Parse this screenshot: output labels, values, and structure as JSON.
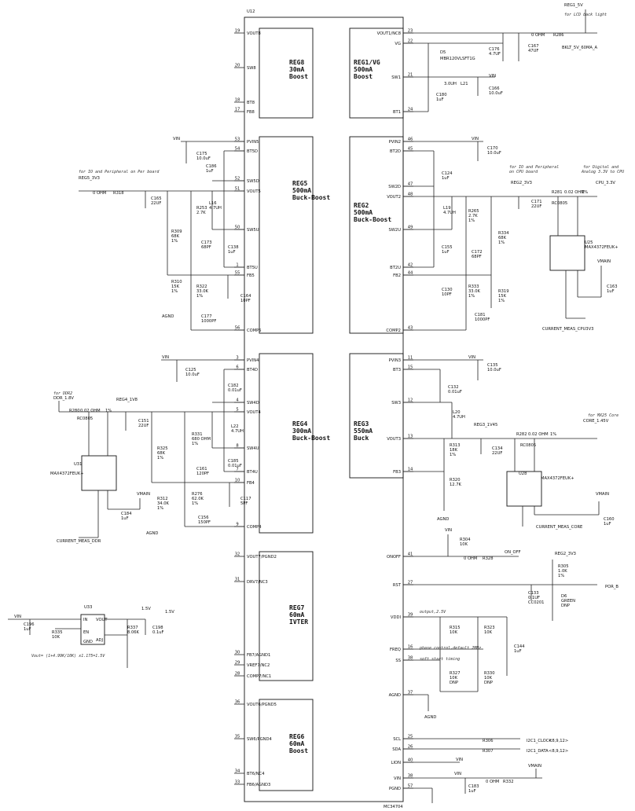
{
  "chip": {
    "ref": "U12",
    "part": "MC34704"
  },
  "regulators": [
    {
      "id": "reg8",
      "lines": [
        "REG8",
        "30mA",
        "Boost"
      ]
    },
    {
      "id": "reg1",
      "lines": [
        "REG1/VG",
        "500mA",
        "Boost"
      ]
    },
    {
      "id": "reg5",
      "lines": [
        "REG5",
        "500mA",
        "Buck-Boost"
      ]
    },
    {
      "id": "reg2",
      "lines": [
        "REG2",
        "500mA",
        "Buck-Boost"
      ]
    },
    {
      "id": "reg4",
      "lines": [
        "REG4",
        "300mA",
        "Buck-Boost"
      ]
    },
    {
      "id": "reg3",
      "lines": [
        "REG3",
        "550mA",
        "Buck"
      ]
    },
    {
      "id": "reg7",
      "lines": [
        "REG7",
        "60mA",
        "IVTER"
      ]
    },
    {
      "id": "reg6",
      "lines": [
        "REG6",
        "60mA",
        "Boost"
      ]
    }
  ],
  "left_pins": [
    {
      "num": "19",
      "name": "VOUT8"
    },
    {
      "num": "20",
      "name": "SW8"
    },
    {
      "num": "18",
      "name": "BT8"
    },
    {
      "num": "17",
      "name": "FB8"
    },
    {
      "num": "53",
      "name": "PVIN5"
    },
    {
      "num": "54",
      "name": "BT5D"
    },
    {
      "num": "52",
      "name": "SW5D"
    },
    {
      "num": "51",
      "name": "VOUT5"
    },
    {
      "num": "50",
      "name": "SW5U"
    },
    {
      "num": "1",
      "name": "BT5U"
    },
    {
      "num": "55",
      "name": "FB5"
    },
    {
      "num": "56",
      "name": "COMP5"
    },
    {
      "num": "3",
      "name": "PVIN4"
    },
    {
      "num": "6",
      "name": "BT4D"
    },
    {
      "num": "4",
      "name": "SW4D"
    },
    {
      "num": "5",
      "name": "VOUT4"
    },
    {
      "num": "8",
      "name": "SW4U"
    },
    {
      "num": "7",
      "name": "BT4U"
    },
    {
      "num": "10",
      "name": "FB4"
    },
    {
      "num": "9",
      "name": "COMP4"
    },
    {
      "num": "32",
      "name": "VOUT7/PGND2"
    },
    {
      "num": "31",
      "name": "DRV7/NC3"
    },
    {
      "num": "30",
      "name": "FB7/AGND1"
    },
    {
      "num": "29",
      "name": "VREF7/NC2"
    },
    {
      "num": "28",
      "name": "COMP7/NC1"
    },
    {
      "num": "36",
      "name": "VOUT6/PGND5"
    },
    {
      "num": "35",
      "name": "SW6/PGND4"
    },
    {
      "num": "34",
      "name": "BT6/NC4"
    },
    {
      "num": "33",
      "name": "FB6/AGND3"
    }
  ],
  "right_pins": [
    {
      "num": "23",
      "name": "VOUT1/NC8"
    },
    {
      "num": "22",
      "name": "VG"
    },
    {
      "num": "21",
      "name": "SW1"
    },
    {
      "num": "24",
      "name": "BT1"
    },
    {
      "num": "46",
      "name": "PVIN2"
    },
    {
      "num": "45",
      "name": "BT2D"
    },
    {
      "num": "47",
      "name": "SW2D"
    },
    {
      "num": "48",
      "name": "VOUT2"
    },
    {
      "num": "49",
      "name": "SW2U"
    },
    {
      "num": "42",
      "name": "BT2U"
    },
    {
      "num": "44",
      "name": "FB2"
    },
    {
      "num": "43",
      "name": "COMP2"
    },
    {
      "num": "11",
      "name": "PVIN3"
    },
    {
      "num": "15",
      "name": "BT3"
    },
    {
      "num": "12",
      "name": "SW3"
    },
    {
      "num": "13",
      "name": "VOUT3"
    },
    {
      "num": "14",
      "name": "FB3"
    },
    {
      "num": "41",
      "name": "ONOFF"
    },
    {
      "num": "27",
      "name": "RST"
    },
    {
      "num": "39",
      "name": "VDDI"
    },
    {
      "num": "16",
      "name": "FREQ"
    },
    {
      "num": "38",
      "name": "SS"
    },
    {
      "num": "37",
      "name": "AGND"
    },
    {
      "num": "25",
      "name": "SCL"
    },
    {
      "num": "26",
      "name": "SDA"
    },
    {
      "num": "40",
      "name": "LION"
    },
    {
      "num": "38",
      "name": "VIN"
    },
    {
      "num": "57",
      "name": "PGND"
    }
  ],
  "components": [
    {
      "t": "REG1_5V"
    },
    {
      "t": "for LCD back light"
    },
    {
      "t": "0 OHM"
    },
    {
      "t": "R286"
    },
    {
      "t": "BKLT_5V_60MA_A"
    },
    {
      "t": "C176"
    },
    {
      "t": "4.7UF"
    },
    {
      "t": "C167"
    },
    {
      "t": "47UF"
    },
    {
      "t": "D5"
    },
    {
      "t": "MBR120VLSFT1G"
    },
    {
      "t": "3.0UH"
    },
    {
      "t": "L21"
    },
    {
      "t": "VIN"
    },
    {
      "t": "C180"
    },
    {
      "t": "1uF"
    },
    {
      "t": "C166"
    },
    {
      "t": "10.0uF"
    },
    {
      "t": "VIN"
    },
    {
      "t": "C175"
    },
    {
      "t": "10.0uF"
    },
    {
      "t": "C186"
    },
    {
      "t": "1uF"
    },
    {
      "t": "for IO and Peripheral on Per board"
    },
    {
      "t": "REG5_3V3"
    },
    {
      "t": "0 OHM"
    },
    {
      "t": "R318"
    },
    {
      "t": "C165"
    },
    {
      "t": "22UF"
    },
    {
      "t": "R253"
    },
    {
      "t": "2.7K"
    },
    {
      "t": "L16"
    },
    {
      "t": "4.7UH"
    },
    {
      "t": "R309"
    },
    {
      "t": "68K"
    },
    {
      "t": "1%"
    },
    {
      "t": "C173"
    },
    {
      "t": "68PF"
    },
    {
      "t": "C138"
    },
    {
      "t": "1uF"
    },
    {
      "t": "R310"
    },
    {
      "t": "15K"
    },
    {
      "t": "1%"
    },
    {
      "t": "R322"
    },
    {
      "t": "33.0K"
    },
    {
      "t": "1%"
    },
    {
      "t": "C164"
    },
    {
      "t": "10PF"
    },
    {
      "t": "AGND"
    },
    {
      "t": "C177"
    },
    {
      "t": "1000PF"
    },
    {
      "t": "VIN"
    },
    {
      "t": "C170"
    },
    {
      "t": "10.0uF"
    },
    {
      "t": "C124"
    },
    {
      "t": "1uF"
    },
    {
      "t": "for IO and Peripheral"
    },
    {
      "t": "on CPU board"
    },
    {
      "t": "REG2_3V3"
    },
    {
      "t": "for Digital and"
    },
    {
      "t": "Analog 3.3V to CPU"
    },
    {
      "t": "CPU_3.3V"
    },
    {
      "t": "R281"
    },
    {
      "t": "0.02 OHM"
    },
    {
      "t": "1%"
    },
    {
      "t": "RC0805"
    },
    {
      "t": "C171"
    },
    {
      "t": "22UF"
    },
    {
      "t": "L19"
    },
    {
      "t": "4.7UH"
    },
    {
      "t": "R265"
    },
    {
      "t": "2.7K"
    },
    {
      "t": "1%"
    },
    {
      "t": "R334"
    },
    {
      "t": "68K"
    },
    {
      "t": "1%"
    },
    {
      "t": "U25"
    },
    {
      "t": "MAX4372FEUK+"
    },
    {
      "t": "C155"
    },
    {
      "t": "1uF"
    },
    {
      "t": "C172"
    },
    {
      "t": "68PF"
    },
    {
      "t": "VMAIN"
    },
    {
      "t": "C130"
    },
    {
      "t": "10PF"
    },
    {
      "t": "R333"
    },
    {
      "t": "33.0K"
    },
    {
      "t": "1%"
    },
    {
      "t": "R319"
    },
    {
      "t": "15K"
    },
    {
      "t": "1%"
    },
    {
      "t": "C163"
    },
    {
      "t": "1uF"
    },
    {
      "t": "C181"
    },
    {
      "t": "1000PF"
    },
    {
      "t": "CURRENT_MEAS_CPU3V3"
    },
    {
      "t": "VIN"
    },
    {
      "t": "C125"
    },
    {
      "t": "10.0uF"
    },
    {
      "t": "C182"
    },
    {
      "t": "0.01uF"
    },
    {
      "t": "for DDR2"
    },
    {
      "t": "DDR_1.8V"
    },
    {
      "t": "REG4_1V8"
    },
    {
      "t": "R280"
    },
    {
      "t": "0.02 OHM"
    },
    {
      "t": "1%"
    },
    {
      "t": "RC0805"
    },
    {
      "t": "C151"
    },
    {
      "t": "22UF"
    },
    {
      "t": "R331"
    },
    {
      "t": "680 OHM"
    },
    {
      "t": "1%"
    },
    {
      "t": "L22"
    },
    {
      "t": "4.7UH"
    },
    {
      "t": "R325"
    },
    {
      "t": "68K"
    },
    {
      "t": "1%"
    },
    {
      "t": "C185"
    },
    {
      "t": "0.01uF"
    },
    {
      "t": "U31"
    },
    {
      "t": "MAX4372FEUK+"
    },
    {
      "t": "C161"
    },
    {
      "t": "120PF"
    },
    {
      "t": "R312"
    },
    {
      "t": "34.0K"
    },
    {
      "t": "1%"
    },
    {
      "t": "R276"
    },
    {
      "t": "62.0K"
    },
    {
      "t": "1%"
    },
    {
      "t": "C117"
    },
    {
      "t": "5PF"
    },
    {
      "t": "VMAIN"
    },
    {
      "t": "C184"
    },
    {
      "t": "1uF"
    },
    {
      "t": "AGND"
    },
    {
      "t": "C156"
    },
    {
      "t": "150PF"
    },
    {
      "t": "CURRENT_MEAS_DDR"
    },
    {
      "t": "VIN"
    },
    {
      "t": "C135"
    },
    {
      "t": "10.0uF"
    },
    {
      "t": "C132"
    },
    {
      "t": "0.01uF"
    },
    {
      "t": "L20"
    },
    {
      "t": "4.7UH"
    },
    {
      "t": "for MX25 Core"
    },
    {
      "t": "CORE_1.45V"
    },
    {
      "t": "REG3_1V45"
    },
    {
      "t": "R282"
    },
    {
      "t": "0.02 OHM"
    },
    {
      "t": "1%"
    },
    {
      "t": "RC0805"
    },
    {
      "t": "R313"
    },
    {
      "t": "18K"
    },
    {
      "t": "1%"
    },
    {
      "t": "C134"
    },
    {
      "t": "22UF"
    },
    {
      "t": "U28"
    },
    {
      "t": "MAX4372FEUK+"
    },
    {
      "t": "R320"
    },
    {
      "t": "12.7K"
    },
    {
      "t": "VMAIN"
    },
    {
      "t": "C160"
    },
    {
      "t": "1uF"
    },
    {
      "t": "AGND"
    },
    {
      "t": "CURRENT_MEAS_CORE"
    },
    {
      "t": "VIN"
    },
    {
      "t": "R304"
    },
    {
      "t": "10K"
    },
    {
      "t": "ON_OFF"
    },
    {
      "t": "0 OHM"
    },
    {
      "t": "R328"
    },
    {
      "t": "REG2_3V3"
    },
    {
      "t": "R305"
    },
    {
      "t": "1.0K"
    },
    {
      "t": "1%"
    },
    {
      "t": "POR_B"
    },
    {
      "t": "C133"
    },
    {
      "t": "0.1UF"
    },
    {
      "t": "CC0201"
    },
    {
      "t": "D6"
    },
    {
      "t": "GREEN"
    },
    {
      "t": "DNP"
    },
    {
      "t": "output,2.5V"
    },
    {
      "t": "R315"
    },
    {
      "t": "10K"
    },
    {
      "t": "R323"
    },
    {
      "t": "10K"
    },
    {
      "t": "phase control,default 2MHz"
    },
    {
      "t": "soft start timing"
    },
    {
      "t": "C144"
    },
    {
      "t": "1uF"
    },
    {
      "t": "R327"
    },
    {
      "t": "10K"
    },
    {
      "t": "DNP"
    },
    {
      "t": "R330"
    },
    {
      "t": "10K"
    },
    {
      "t": "DNP"
    },
    {
      "t": "AGND"
    },
    {
      "t": "I2C1_CLOCK"
    },
    {
      "t": "<8,9,12>"
    },
    {
      "t": "R306"
    },
    {
      "t": "I2C1_DATA"
    },
    {
      "t": "<8,9,12>"
    },
    {
      "t": "R307"
    },
    {
      "t": "VIN"
    },
    {
      "t": "VMAIN"
    },
    {
      "t": "VIN"
    },
    {
      "t": "C183"
    },
    {
      "t": "1uF"
    },
    {
      "t": "0 OHM"
    },
    {
      "t": "R332"
    },
    {
      "t": "VIN"
    },
    {
      "t": "1.5V"
    },
    {
      "t": "1.5V"
    },
    {
      "t": "U33"
    },
    {
      "t": "IN"
    },
    {
      "t": "VOUT"
    },
    {
      "t": "EN"
    },
    {
      "t": "GND"
    },
    {
      "t": "ADJ"
    },
    {
      "t": "C196"
    },
    {
      "t": "1uF"
    },
    {
      "t": "R335"
    },
    {
      "t": "10K"
    },
    {
      "t": "R337"
    },
    {
      "t": "8.06K"
    },
    {
      "t": "C198"
    },
    {
      "t": "0.1uF"
    },
    {
      "t": "Vout= (1+4.99K/10K) x1.175=1.5V"
    }
  ]
}
